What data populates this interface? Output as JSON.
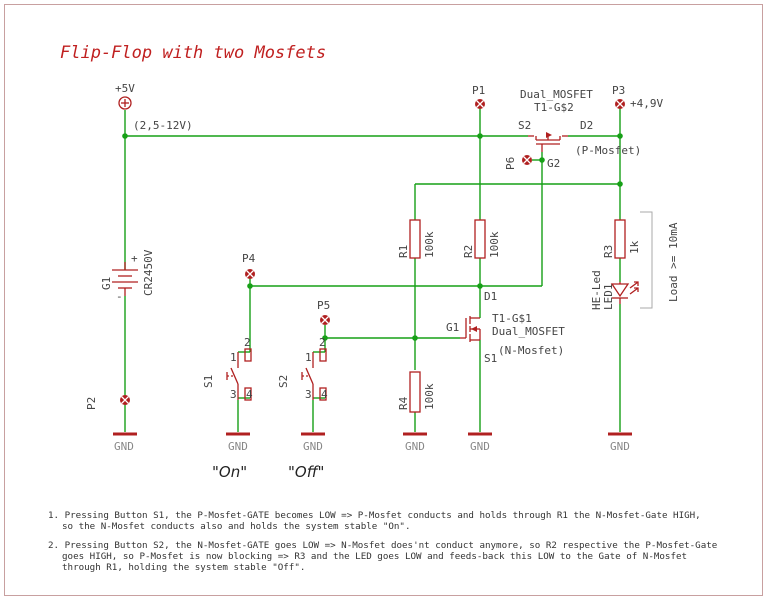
{
  "title": "Flip-Flop with two Mosfets",
  "supply": {
    "label": "+5V",
    "range": "(2,5-12V)"
  },
  "points": {
    "p1": "P1",
    "p2": "P2",
    "p3": "P3",
    "p3v": "+4,9V",
    "p4": "P4",
    "p5": "P5",
    "p6": "P6"
  },
  "q_top": {
    "lib": "Dual_MOSFET",
    "name": "T1-G$2",
    "s": "S2",
    "d": "D2",
    "g": "G2",
    "type": "(P-Mosfet)"
  },
  "q_bot": {
    "name": "T1-G$1",
    "lib": "Dual_MOSFET",
    "type": "(N-Mosfet)",
    "d": "D1",
    "g": "G1",
    "s": "S1"
  },
  "battery": {
    "name": "G1",
    "value": "CR2450V",
    "plus": "+",
    "minus": "-"
  },
  "r1": {
    "name": "R1",
    "value": "100k"
  },
  "r2": {
    "name": "R2",
    "value": "100k"
  },
  "r3": {
    "name": "R3",
    "value": "1k"
  },
  "r4": {
    "name": "R4",
    "value": "100k"
  },
  "led": {
    "type": "HE-Led",
    "name": "LED1"
  },
  "load": "Load >= 10mA",
  "s1": {
    "name": "S1",
    "p1": "1",
    "p2": "2",
    "p3": "3",
    "p4": "4",
    "caption": "\"On\""
  },
  "s2": {
    "name": "S2",
    "p1": "1",
    "p2": "2",
    "p3": "3",
    "p4": "4",
    "caption": "\"Off\""
  },
  "gnd": "GND",
  "notes": [
    "1. Pressing Button S1, the P-Mosfet-GATE becomes LOW => P-Mosfet conducts and holds through R1 the N-Mosfet-Gate HIGH,",
    "so the N-Mosfet conducts also and holds the system stable \"On\".",
    "2. Pressing Button S2, the N-Mosfet-GATE goes LOW => N-Mosfet does'nt conduct anymore, so R2 respective the P-Mosfet-Gate",
    "goes HIGH, so P-Mosfet is now blocking => R3 and the LED goes LOW and feeds-back this LOW to the Gate of N-Mosfet",
    "through R1, holding the system stable \"Off\"."
  ]
}
